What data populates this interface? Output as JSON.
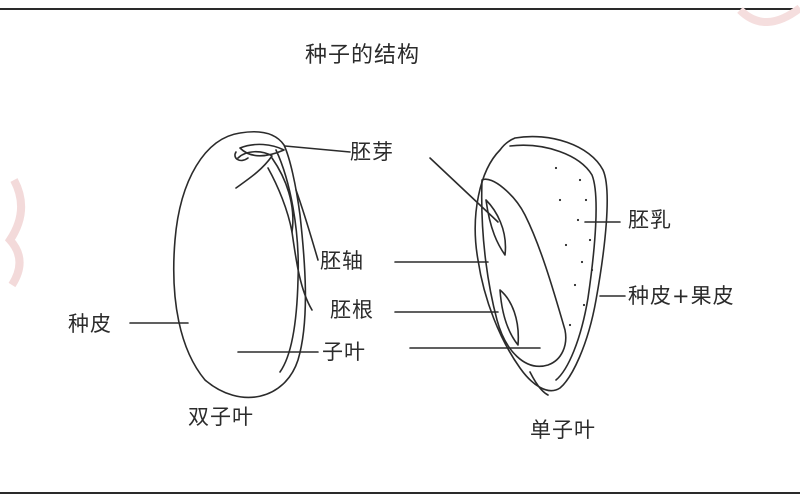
{
  "diagram": {
    "title": "种子的结构",
    "labels": {
      "plumule": "胚芽",
      "hypocotyl": "胚轴",
      "radicle": "胚根",
      "cotyledon": "子叶",
      "seed_coat": "种皮",
      "endosperm": "胚乳",
      "seed_coat_and_pericarp": "种皮+果皮"
    },
    "captions": {
      "dicot": "双子叶",
      "monocot": "单子叶"
    }
  },
  "colors": {
    "ink": "#2b2b2b",
    "background": "#ffffff",
    "watermark": "#f3dada"
  }
}
